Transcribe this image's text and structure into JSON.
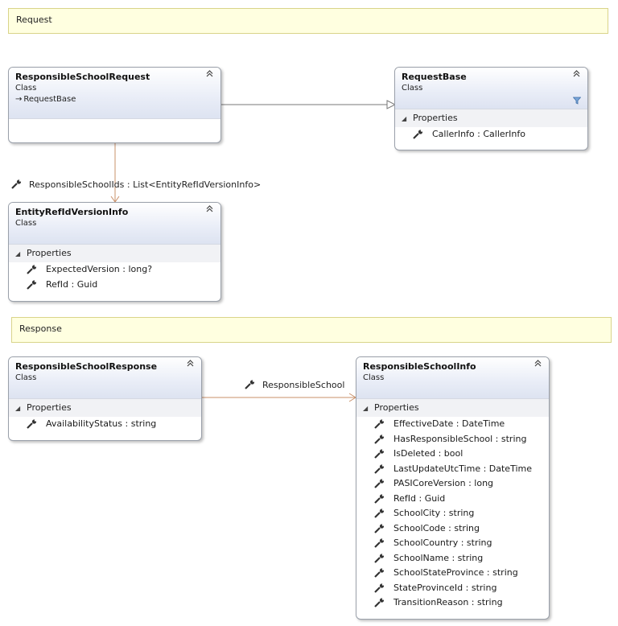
{
  "notes": {
    "request": "Request",
    "response": "Response"
  },
  "classes": {
    "responsible_school_request": {
      "name": "ResponsibleSchoolRequest",
      "kind": "Class",
      "inherits": "RequestBase"
    },
    "request_base": {
      "name": "RequestBase",
      "kind": "Class",
      "section": "Properties",
      "properties": [
        "CallerInfo : CallerInfo"
      ]
    },
    "entity_ref_id_version_info": {
      "name": "EntityRefIdVersionInfo",
      "kind": "Class",
      "section": "Properties",
      "properties": [
        "ExpectedVersion : long?",
        "RefId : Guid"
      ]
    },
    "responsible_school_response": {
      "name": "ResponsibleSchoolResponse",
      "kind": "Class",
      "section": "Properties",
      "properties": [
        "AvailabilityStatus : string"
      ]
    },
    "responsible_school_info": {
      "name": "ResponsibleSchoolInfo",
      "kind": "Class",
      "section": "Properties",
      "properties": [
        "EffectiveDate : DateTime",
        "HasResponsibleSchool : string",
        "IsDeleted : bool",
        "LastUpdateUtcTime : DateTime",
        "PASICoreVersion : long",
        "RefId : Guid",
        "SchoolCity : string",
        "SchoolCode : string",
        "SchoolCountry : string",
        "SchoolName : string",
        "SchoolStateProvince : string",
        "StateProvinceId : string",
        "TransitionReason : string"
      ]
    }
  },
  "associations": {
    "responsible_school_ids": "ResponsibleSchoolIds : List<EntityRefIdVersionInfo>",
    "responsible_school": "ResponsibleSchool"
  },
  "colors": {
    "note_bg": "#ffffe0",
    "association_line": "#c8906a",
    "inheritance_line": "#777777",
    "header_gradient_end": "#dde3f1"
  },
  "icons": {
    "property": "wrench-icon",
    "collapse": "double-chevron-up-icon",
    "filter": "filter-icon",
    "expand_section": "triangle-down-icon"
  }
}
